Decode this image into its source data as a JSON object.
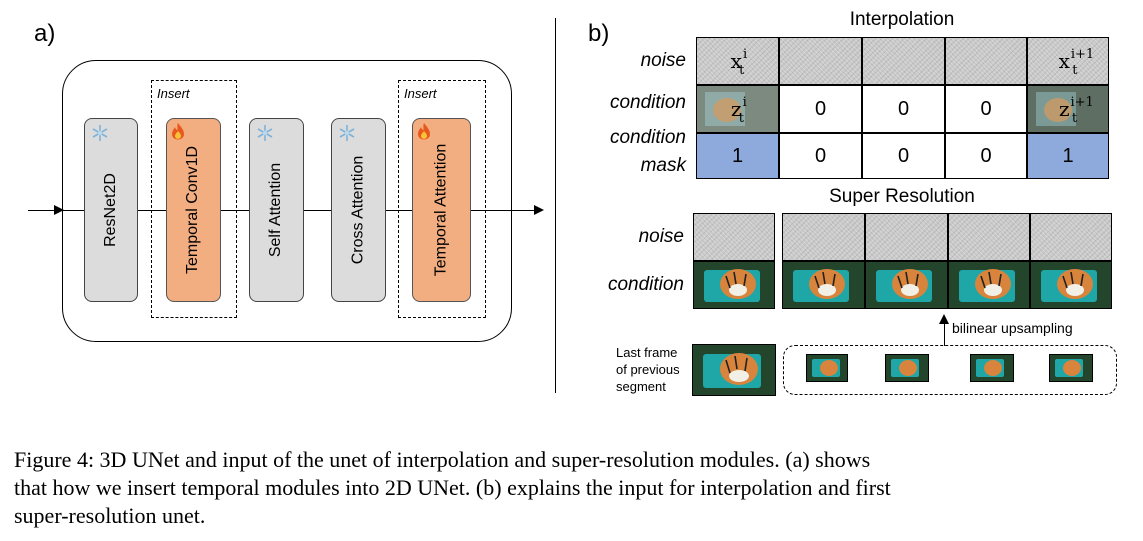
{
  "part_a": {
    "label": "a)",
    "insert_label": "Insert",
    "blocks": [
      "ResNet2D",
      "Temporal Conv1D",
      "Self Attention",
      "Cross Attention",
      "Temporal Attention"
    ]
  },
  "part_b": {
    "label": "b)",
    "interpolation": {
      "title": "Interpolation",
      "row_labels": [
        "noise",
        "condition",
        "condition",
        "mask"
      ],
      "noise_first_base": "x",
      "noise_first_sub": "t",
      "noise_first_sup": "i",
      "noise_last_base": "x",
      "noise_last_sub": "t",
      "noise_last_sup": "i+1",
      "cond_first_base": "z",
      "cond_first_sub": "t",
      "cond_first_sup": "i",
      "cond_last_base": "z",
      "cond_last_sub": "t",
      "cond_last_sup": "i+1",
      "condition_values": [
        "0",
        "0",
        "0"
      ],
      "mask_values": [
        "1",
        "0",
        "0",
        "0",
        "1"
      ]
    },
    "super_resolution": {
      "title": "Super Resolution",
      "row_labels": [
        "noise",
        "condition"
      ],
      "upsampling_label": "bilinear upsampling",
      "last_frame_text": [
        "Last frame",
        "of previous",
        "segment"
      ]
    }
  },
  "caption": {
    "line1": "Figure 4: 3D UNet and input of the unet of interpolation and super-resolution modules. (a) shows",
    "line2": "that how we insert temporal modules into 2D UNet. (b) explains the input for interpolation and first",
    "line3": "super-resolution unet."
  },
  "icons": [
    "snowflake-icon",
    "fire-icon",
    "tiger-image"
  ],
  "colors": {
    "gray_block": "#dcdcdc",
    "orange_block": "#f2ad80",
    "mask_blue": "#8ea9db"
  }
}
